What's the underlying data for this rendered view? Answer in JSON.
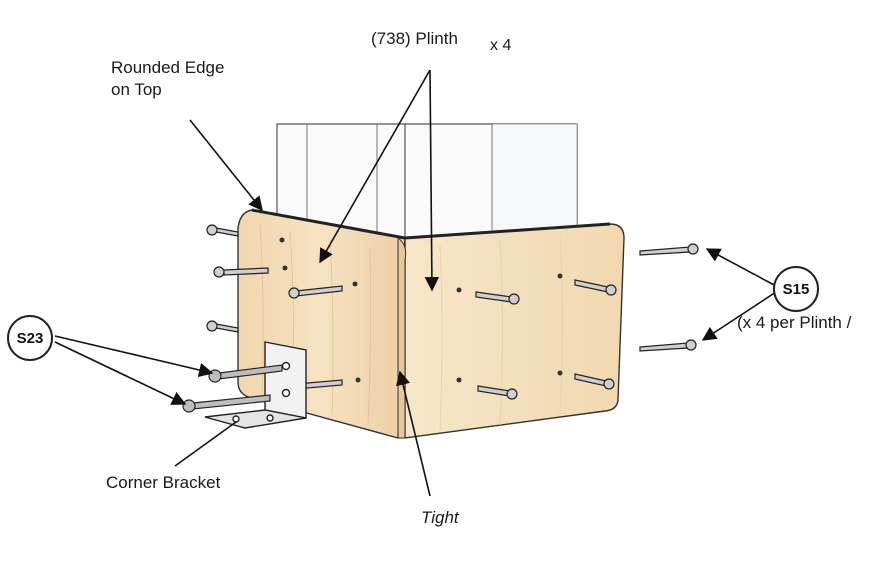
{
  "labels": {
    "plinth": "(738) Plinth",
    "plinth_qty": "x 4",
    "rounded_edge_line1": "Rounded Edge",
    "rounded_edge_line2": "on Top",
    "s15": "S15",
    "s15_note": "(x 4 per Plinth /",
    "s23": "S23",
    "corner_bracket": "Corner Bracket",
    "tight": "Tight"
  },
  "colors": {
    "wood_light": "#f3dcb8",
    "wood_dark": "#e8c79a",
    "post": "#ffffff",
    "line": "#222222"
  }
}
